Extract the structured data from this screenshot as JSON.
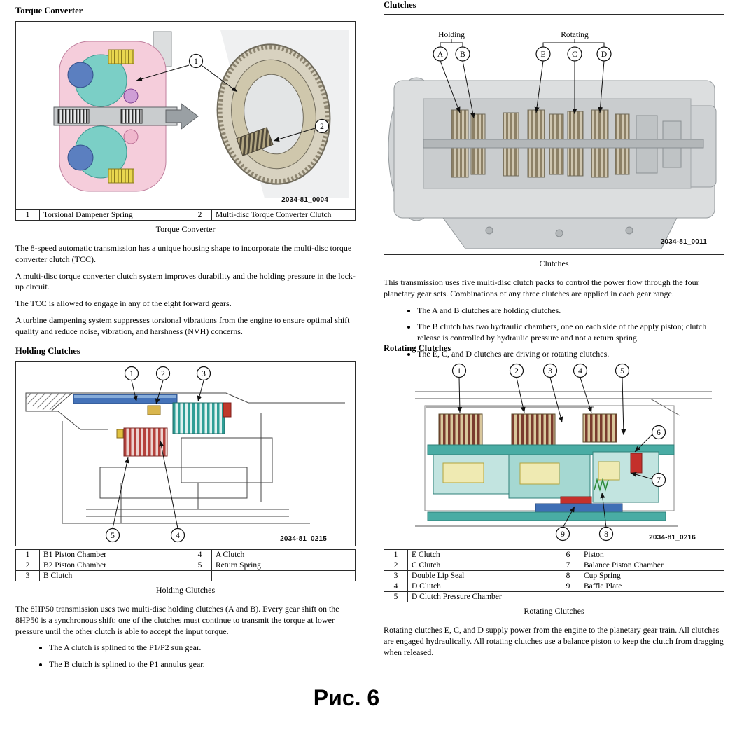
{
  "page": {
    "figure_label": "Рис. 6"
  },
  "palette": {
    "teal": "#2f9e96",
    "blue": "#4472b8",
    "red": "#c0392b",
    "yellow": "#e8d64f",
    "pink": "#f5cddb",
    "gray": "#dcdedf"
  },
  "torque_converter": {
    "heading": "Torque Converter",
    "figure_id": "2034-81_0004",
    "caption": "Torque Converter",
    "callouts": [
      "1",
      "2"
    ],
    "legend_row": [
      "1",
      "Torsional Dampener Spring",
      "2",
      "Multi-disc Torque Converter Clutch"
    ],
    "paragraphs": [
      "The 8-speed automatic transmission has a unique housing shape to incorporate the multi-disc torque converter clutch (TCC).",
      "A multi-disc torque converter clutch system improves durability and the holding pressure in the lock-up circuit.",
      "The TCC is allowed to engage in any of the eight forward gears.",
      "A turbine dampening system suppresses torsional vibrations from the engine to ensure optimal shift quality and reduce noise, vibration, and harshness (NVH) concerns."
    ]
  },
  "clutches": {
    "heading": "Clutches",
    "figure_id": "2034-81_0011",
    "caption": "Clutches",
    "holding_label": "Holding",
    "rotating_label": "Rotating",
    "holding_callouts": [
      "A",
      "B"
    ],
    "rotating_callouts": [
      "E",
      "C",
      "D"
    ],
    "paragraph": "This transmission uses five multi-disc clutch packs to control the power flow through the four planetary gear sets.  Combinations of any three clutches are applied in each gear range.",
    "bullets": [
      "The A and B clutches are holding clutches.",
      "The B clutch has two hydraulic chambers, one on each side of the apply piston; clutch release is controlled by hydraulic pressure and not a return spring.",
      "The E, C, and D clutches are driving or rotating clutches."
    ]
  },
  "holding_clutches": {
    "heading": "Holding Clutches",
    "figure_id": "2034-81_0215",
    "caption": "Holding Clutches",
    "callouts": [
      "1",
      "2",
      "3",
      "4",
      "5"
    ],
    "legend_rows": [
      [
        "1",
        "B1 Piston Chamber",
        "4",
        "A Clutch"
      ],
      [
        "2",
        "B2 Piston Chamber",
        "5",
        "Return Spring"
      ],
      [
        "3",
        "B Clutch",
        "",
        ""
      ]
    ],
    "paragraph": "The 8HP50 transmission uses two multi-disc holding clutches (A and B).  Every gear shift on the 8HP50 is a synchronous shift: one of the clutches must continue to transmit the torque at lower pressure until the other clutch is able to accept the input torque.",
    "bullets": [
      "The A clutch is splined to the P1/P2 sun gear.",
      "The B clutch is splined to the P1 annulus gear."
    ]
  },
  "rotating_clutches": {
    "heading": "Rotating Clutches",
    "figure_id": "2034-81_0216",
    "caption": "Rotating Clutches",
    "callouts": [
      "1",
      "2",
      "3",
      "4",
      "5",
      "6",
      "7",
      "8",
      "9"
    ],
    "legend_rows": [
      [
        "1",
        "E Clutch",
        "6",
        "Piston"
      ],
      [
        "2",
        "C Clutch",
        "7",
        "Balance Piston Chamber"
      ],
      [
        "3",
        "Double Lip Seal",
        "8",
        "Cup Spring"
      ],
      [
        "4",
        "D Clutch",
        "9",
        "Baffle Plate"
      ],
      [
        "5",
        "D Clutch Pressure Chamber",
        "",
        ""
      ]
    ],
    "paragraph": "Rotating clutches E, C, and D supply power from the engine to the planetary gear train.  All clutches are engaged hydraulically.  All rotating clutches use a balance piston to keep the clutch from dragging when released."
  }
}
